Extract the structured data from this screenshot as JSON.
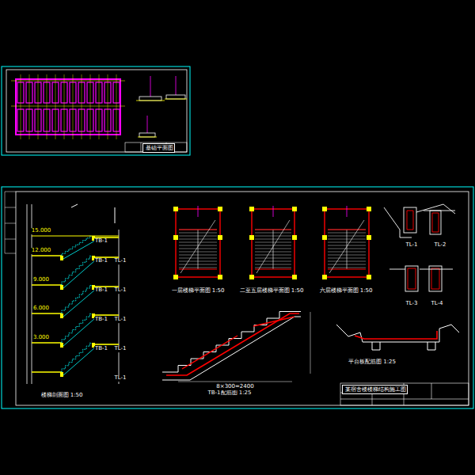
{
  "diagram": {
    "nodes": [
      {
        "text": [
          "基础平面图"
        ]
      },
      {
        "text": [
          "某宿舍楼楼梯结构施工图"
        ]
      }
    ],
    "labels": [
      "楼梯剖面图 1:50",
      "一层楼梯平面图 1:50",
      "二至五层楼梯平面图 1:50",
      "六层楼梯平面图 1:50",
      "TB-1配筋图 1:25",
      "平台板配筋图 1:25",
      "TL-1",
      "TL-2",
      "TL-3",
      "TL-4",
      "TB-1",
      "TL-1",
      "TB-1",
      "TL-1",
      "TB-1",
      "TL-1",
      "TB-1",
      "TL-1",
      "TB-1",
      "TL-1",
      "15.000",
      "12.000",
      "9.000",
      "6.000",
      "3.000",
      "8×300=2400"
    ]
  }
}
